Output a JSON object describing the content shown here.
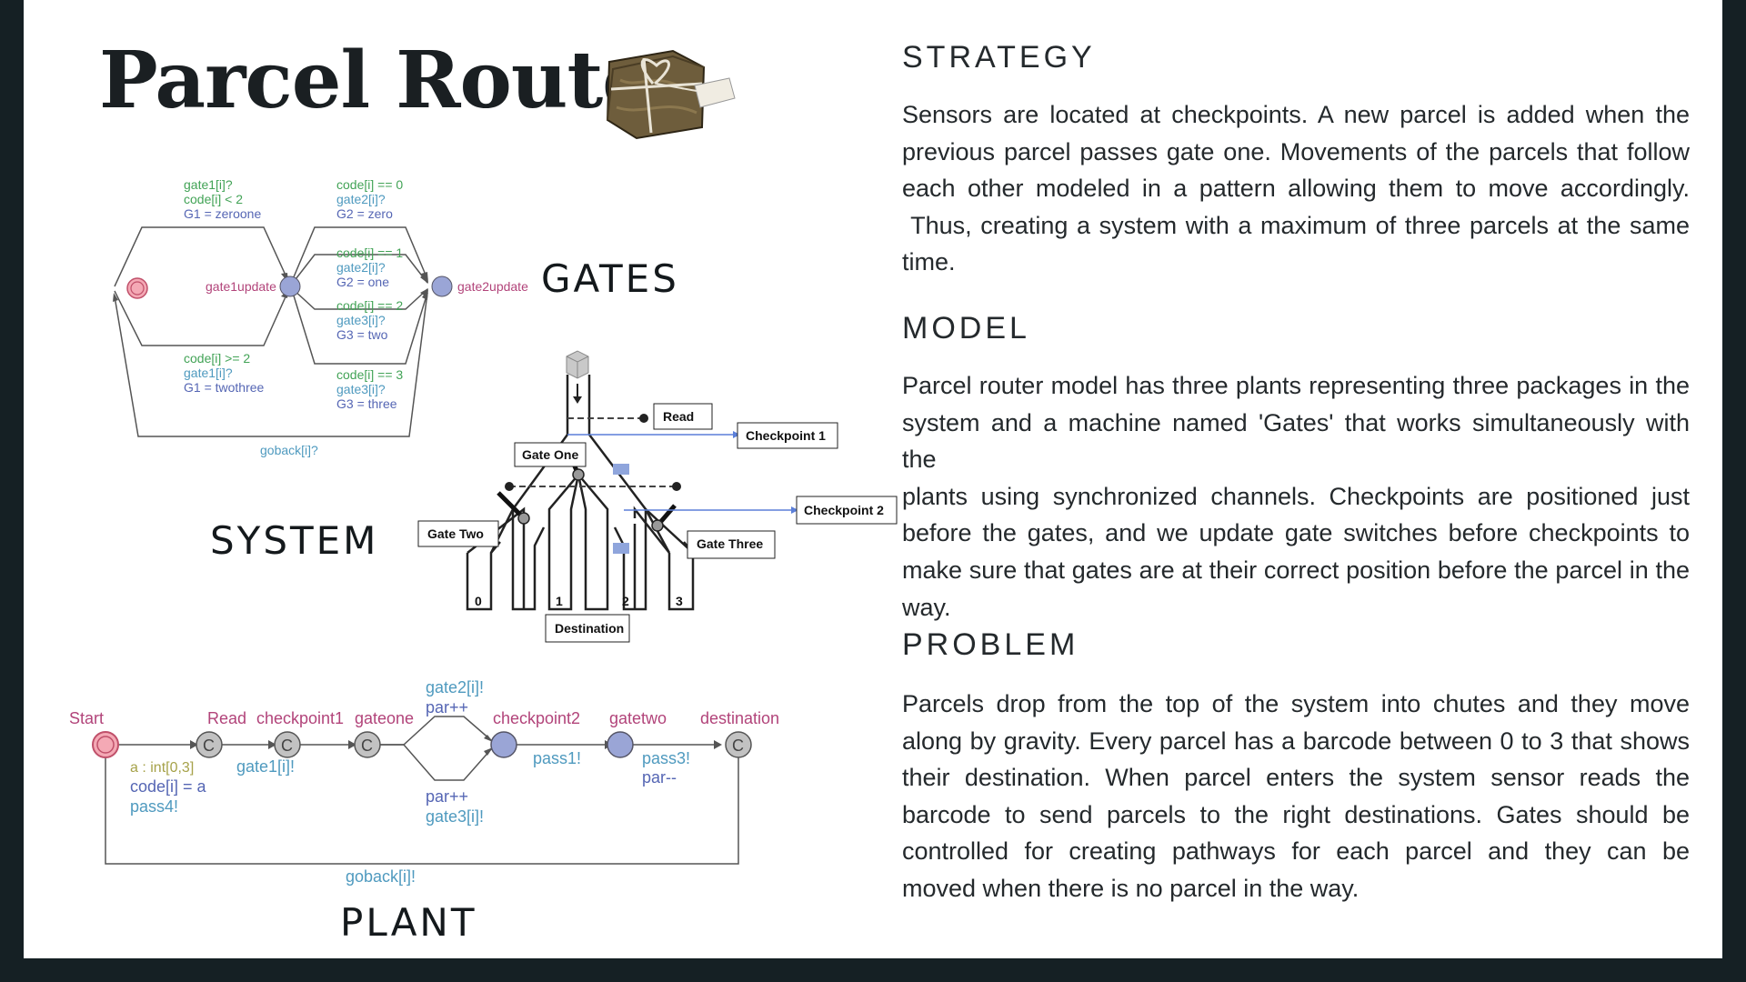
{
  "title": "Parcel Router",
  "labels": {
    "gates": "GATES",
    "system": "SYSTEM",
    "plant": "PLANT"
  },
  "gates_diagram": {
    "locations": [
      "gate1update",
      "gate2update"
    ],
    "g_top1": [
      "gate1[i]?",
      "code[i] < 2",
      "G1 = zeroone"
    ],
    "g_top2": [
      "code[i] == 0",
      "gate2[i]?",
      "G2 = zero"
    ],
    "g_mid1": [
      "code[i] == 1",
      "gate2[i]?",
      "G2 = one"
    ],
    "g_mid2": [
      "code[i] == 2",
      "gate3[i]?",
      "G3 = two"
    ],
    "g_bot1": [
      "code[i] >= 2",
      "gate1[i]?",
      "G1 = twothree"
    ],
    "g_bot2": [
      "code[i] == 3",
      "gate3[i]?",
      "G3 = three"
    ],
    "goback": "goback[i]?"
  },
  "system_diagram": {
    "read": "Read",
    "checkpoint1": "Checkpoint 1",
    "checkpoint2": "Checkpoint 2",
    "gate_one": "Gate One",
    "gate_two": "Gate Two",
    "gate_three": "Gate Three",
    "destination": "Destination",
    "chutes": [
      "0",
      "1",
      "2",
      "3"
    ]
  },
  "plant_diagram": {
    "locations": [
      "Start",
      "Read",
      "checkpoint1",
      "gateone",
      "checkpoint2",
      "gatetwo",
      "destination"
    ],
    "committed_mark": "C",
    "start_update": [
      "a : int[0,3]",
      "code[i] = a",
      "pass4!"
    ],
    "gate1_sync": "gate1[i]!",
    "upper_branch": [
      "gate2[i]!",
      "par++"
    ],
    "lower_branch": [
      "par++",
      "gate3[i]!"
    ],
    "pass1": "pass1!",
    "pass3": [
      "pass3!",
      "par--"
    ],
    "goback": "goback[i]!"
  },
  "sections": [
    {
      "heading": "STRATEGY",
      "lines": [
        "Sensors are located at checkpoints. A new parcel is added when the",
        "previous parcel passes gate one.  Movements of the parcels that follow",
        "each other modeled in a pattern allowing them to move accordingly.",
        " Thus, creating a system with a maximum of three parcels at the same",
        "time."
      ]
    },
    {
      "heading": "MODEL",
      "lines": [
        "Parcel router model has three plants representing three packages in the",
        "system and a machine named 'Gates' that works simultaneously with the",
        "plants using synchronized channels. Checkpoints are positioned just",
        "before the gates, and we update gate switches before checkpoints to",
        "make sure that gates are at their correct position before the parcel in the",
        "way."
      ]
    },
    {
      "heading": "PROBLEM",
      "lines": [
        "Parcels drop from the top of the system into chutes and they move",
        "along by gravity. Every parcel has a barcode between 0 to 3 that shows",
        "their destination. When parcel enters the system sensor reads the",
        "barcode to send parcels to the right destinations. Gates should be",
        "controlled for creating pathways for each parcel and they can be",
        "moved when there is no parcel in the way."
      ]
    }
  ],
  "colors": {
    "background": "#152024",
    "guard": "#42a356",
    "assignment": "#5566b4",
    "location_name": "#b2447a",
    "sync": "#4f9abf",
    "select": "#a6a24a",
    "location_fill": "#9aa5d6",
    "initial_fill": "#f4a9b5"
  },
  "icons": [
    "parcel-icon",
    "package-icon"
  ]
}
